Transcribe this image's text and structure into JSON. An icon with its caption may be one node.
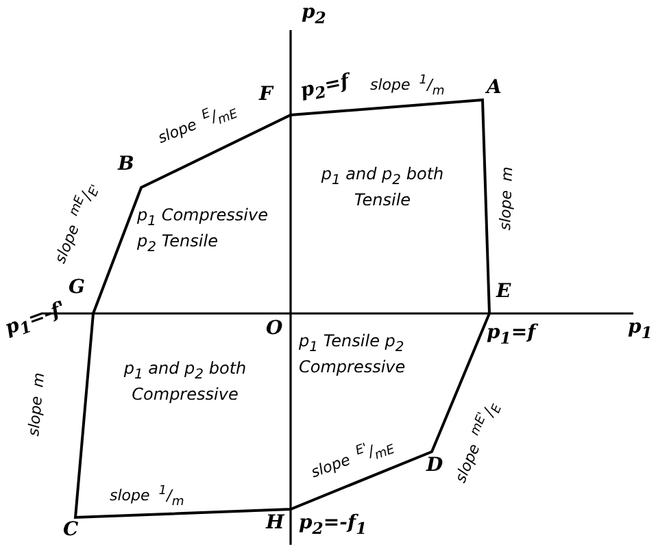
{
  "diagram": {
    "labels": [
      "p$_{2}$",
      "F",
      "p$_{2}$=f",
      "slope $^{1}$/$_{m}$",
      "A",
      "slope $^{E}$/$_{mE}$",
      "B",
      "p$_{1}$ and p$_{2}$ both Tensile",
      "slope $^{mE}$/$_{E'}$",
      "p$_{1}$ Compressive p$_{2}$ Tensile",
      "slope m",
      "G",
      "E",
      "p$_{1}$=-f'",
      "O",
      "p$_{1}$",
      "p$_{1}$=f",
      "p$_{1}$ and p$_{2}$ both Compressive",
      "p$_{1}$ Tensile p$_{2}$ Compressive",
      "slope m",
      "slope $^{mE'}$/$_{E}$",
      "slope $^{E'}$/$_{mE}$",
      "D",
      "slope $^{1}$/$_{m}$",
      "C",
      "H",
      "p$_{2}$=-f$_{1}$"
    ]
  }
}
